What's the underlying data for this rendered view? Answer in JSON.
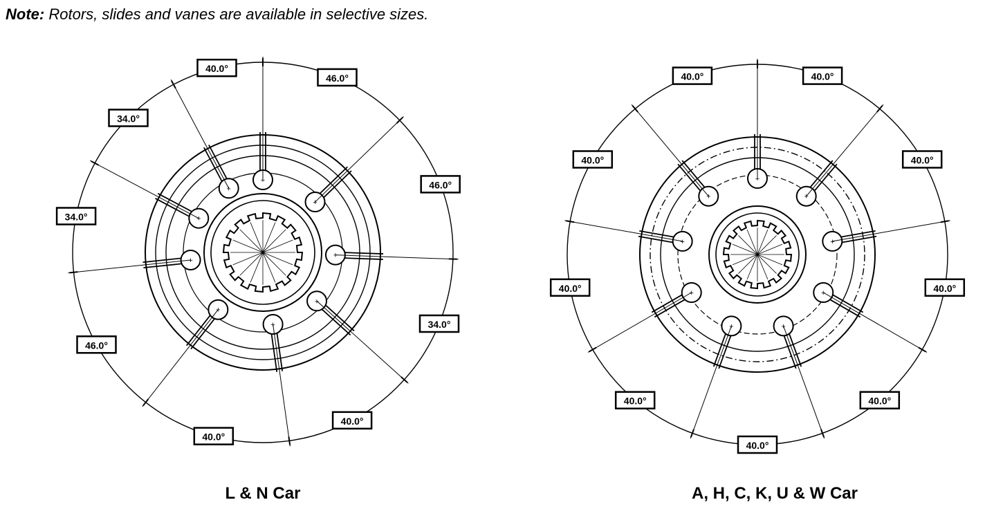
{
  "note": {
    "label": "Note:",
    "text": "Rotors, slides and vanes are available in selective sizes."
  },
  "diagrams": [
    {
      "caption": "L & N Car",
      "slot_angles": [
        0,
        46,
        92,
        132,
        172,
        218,
        264,
        298,
        332
      ],
      "angle_labels": [
        "46.0°",
        "46.0°",
        "34.0°",
        "40.0°",
        "40.0°",
        "46.0°",
        "34.0°",
        "34.0°",
        "40.0°"
      ]
    },
    {
      "caption": "A, H, C, K, U & W Car",
      "slot_angles": [
        0,
        40,
        80,
        120,
        160,
        200,
        240,
        280,
        320
      ],
      "angle_labels": [
        "40.0°",
        "40.0°",
        "40.0°",
        "40.0°",
        "40.0°",
        "40.0°",
        "40.0°",
        "40.0°",
        "40.0°"
      ]
    }
  ]
}
